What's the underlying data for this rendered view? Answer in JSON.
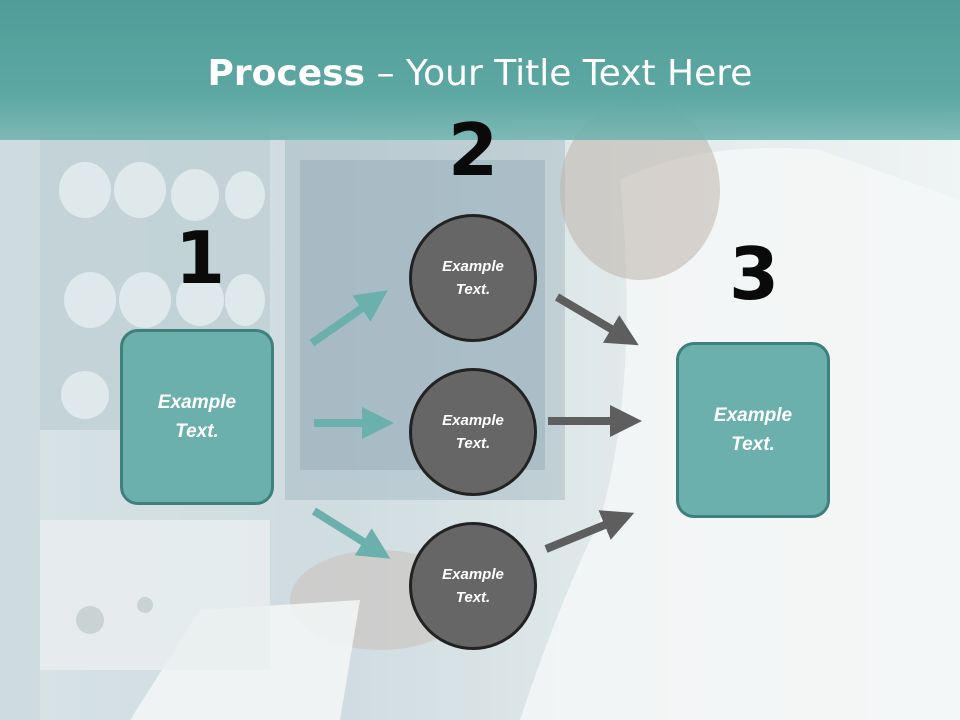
{
  "slide": {
    "title_bold": "Process",
    "title_rest": " – Your Title Text Here",
    "colors": {
      "accent": "#6bb0ac",
      "accent_dark": "#3f7f7c",
      "circle": "#666666",
      "arrow_dark": "#5e5e5e"
    }
  },
  "steps": {
    "num1": "1",
    "num2": "2",
    "num3": "3",
    "left_box": "Example Text.",
    "right_box": "Example Text.",
    "circle_top": "Example Text.",
    "circle_mid": "Example Text.",
    "circle_bot": "Example Text."
  }
}
